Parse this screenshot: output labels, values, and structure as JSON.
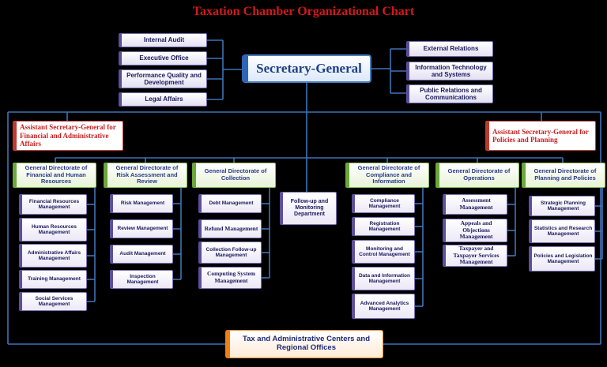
{
  "title": "Taxation Chamber Organizational Chart",
  "secretary_general": "Secretary-General",
  "left_offices": [
    "Internal Audit",
    "Executive Office",
    "Performance Quality and Development",
    "Legal Affairs"
  ],
  "right_offices": [
    "External Relations",
    "Information Technology and Systems",
    "Public Relations and Communications"
  ],
  "asg_left": "Assistant Secretary-General for Financial and Administrative Affairs",
  "asg_right": "Assistant Secretary-General for Policies and Planning",
  "followup": "Follow-up and Monitoring Department",
  "tax_centers": "Tax and Administrative Centers and Regional Offices",
  "directorates": [
    {
      "name": "General Directorate of Financial and Human Resources",
      "depts": [
        "Financial Resources Management",
        "Human Resources Management",
        "Administrative Affairs Management",
        "Training Management",
        "Social Services Management"
      ]
    },
    {
      "name": "General Directorate of Risk Assessment and Review",
      "depts": [
        "Risk Management",
        "Review Management",
        "Audit Management",
        "Inspection Management"
      ]
    },
    {
      "name": "General Directorate of Collection",
      "depts": [
        "Debt Management",
        "Refund Management",
        "Collection Follow-up Management",
        "Computing System Management"
      ]
    },
    {
      "name": "General Directorate of Compliance and Information",
      "depts": [
        "Compliance Management",
        "Registration Management",
        "Monitoring and Control Management",
        "Data and Information Management",
        "Advanced Analytics Management"
      ]
    },
    {
      "name": "General Directorate of Operations",
      "depts": [
        "Assessment Management",
        "Appeals and Objections Management",
        "Taxpayer and Taxpayer Services Management"
      ]
    },
    {
      "name": "General Directorate of Planning and Policies",
      "depts": [
        "Strategic Planning Management",
        "Statistics and Research Management",
        "Policies and Legislation Management"
      ]
    }
  ],
  "colors": {
    "wire": "#3f73b8",
    "title": "#d11919",
    "background": "#000000"
  }
}
